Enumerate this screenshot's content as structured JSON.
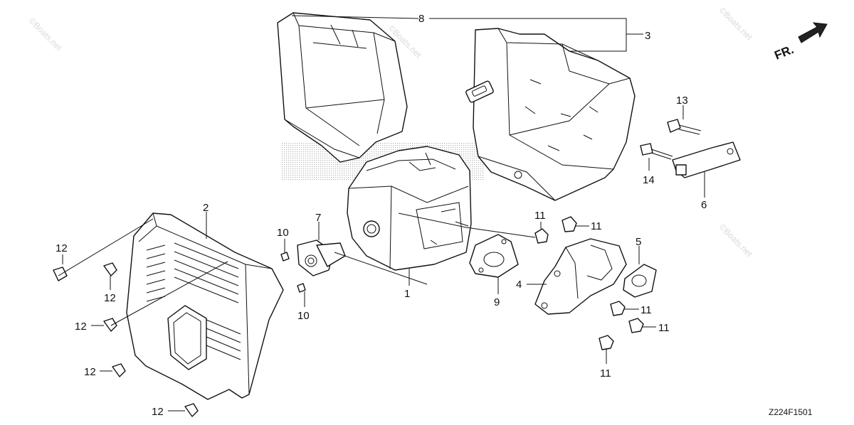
{
  "diagram": {
    "code": "Z224F1501",
    "direction_label": "FR.",
    "watermark_text": "©Boats.net",
    "colors": {
      "line": "#111111",
      "watermark": "#d9d9d9",
      "background": "#ffffff"
    }
  },
  "callouts": [
    {
      "id": "c1",
      "text": "1"
    },
    {
      "id": "c2",
      "text": "2"
    },
    {
      "id": "c3",
      "text": "3"
    },
    {
      "id": "c4",
      "text": "4"
    },
    {
      "id": "c5",
      "text": "5"
    },
    {
      "id": "c6",
      "text": "6"
    },
    {
      "id": "c7",
      "text": "7"
    },
    {
      "id": "c8",
      "text": "8"
    },
    {
      "id": "c9",
      "text": "9"
    },
    {
      "id": "c10a",
      "text": "10"
    },
    {
      "id": "c10b",
      "text": "10"
    },
    {
      "id": "c11a",
      "text": "11"
    },
    {
      "id": "c11b",
      "text": "11"
    },
    {
      "id": "c11c",
      "text": "11"
    },
    {
      "id": "c11d",
      "text": "11"
    },
    {
      "id": "c11e",
      "text": "11"
    },
    {
      "id": "c12a",
      "text": "12"
    },
    {
      "id": "c12b",
      "text": "12"
    },
    {
      "id": "c12c",
      "text": "12"
    },
    {
      "id": "c12d",
      "text": "12"
    },
    {
      "id": "c12e",
      "text": "12"
    },
    {
      "id": "c13",
      "text": "13"
    },
    {
      "id": "c14",
      "text": "14"
    }
  ]
}
